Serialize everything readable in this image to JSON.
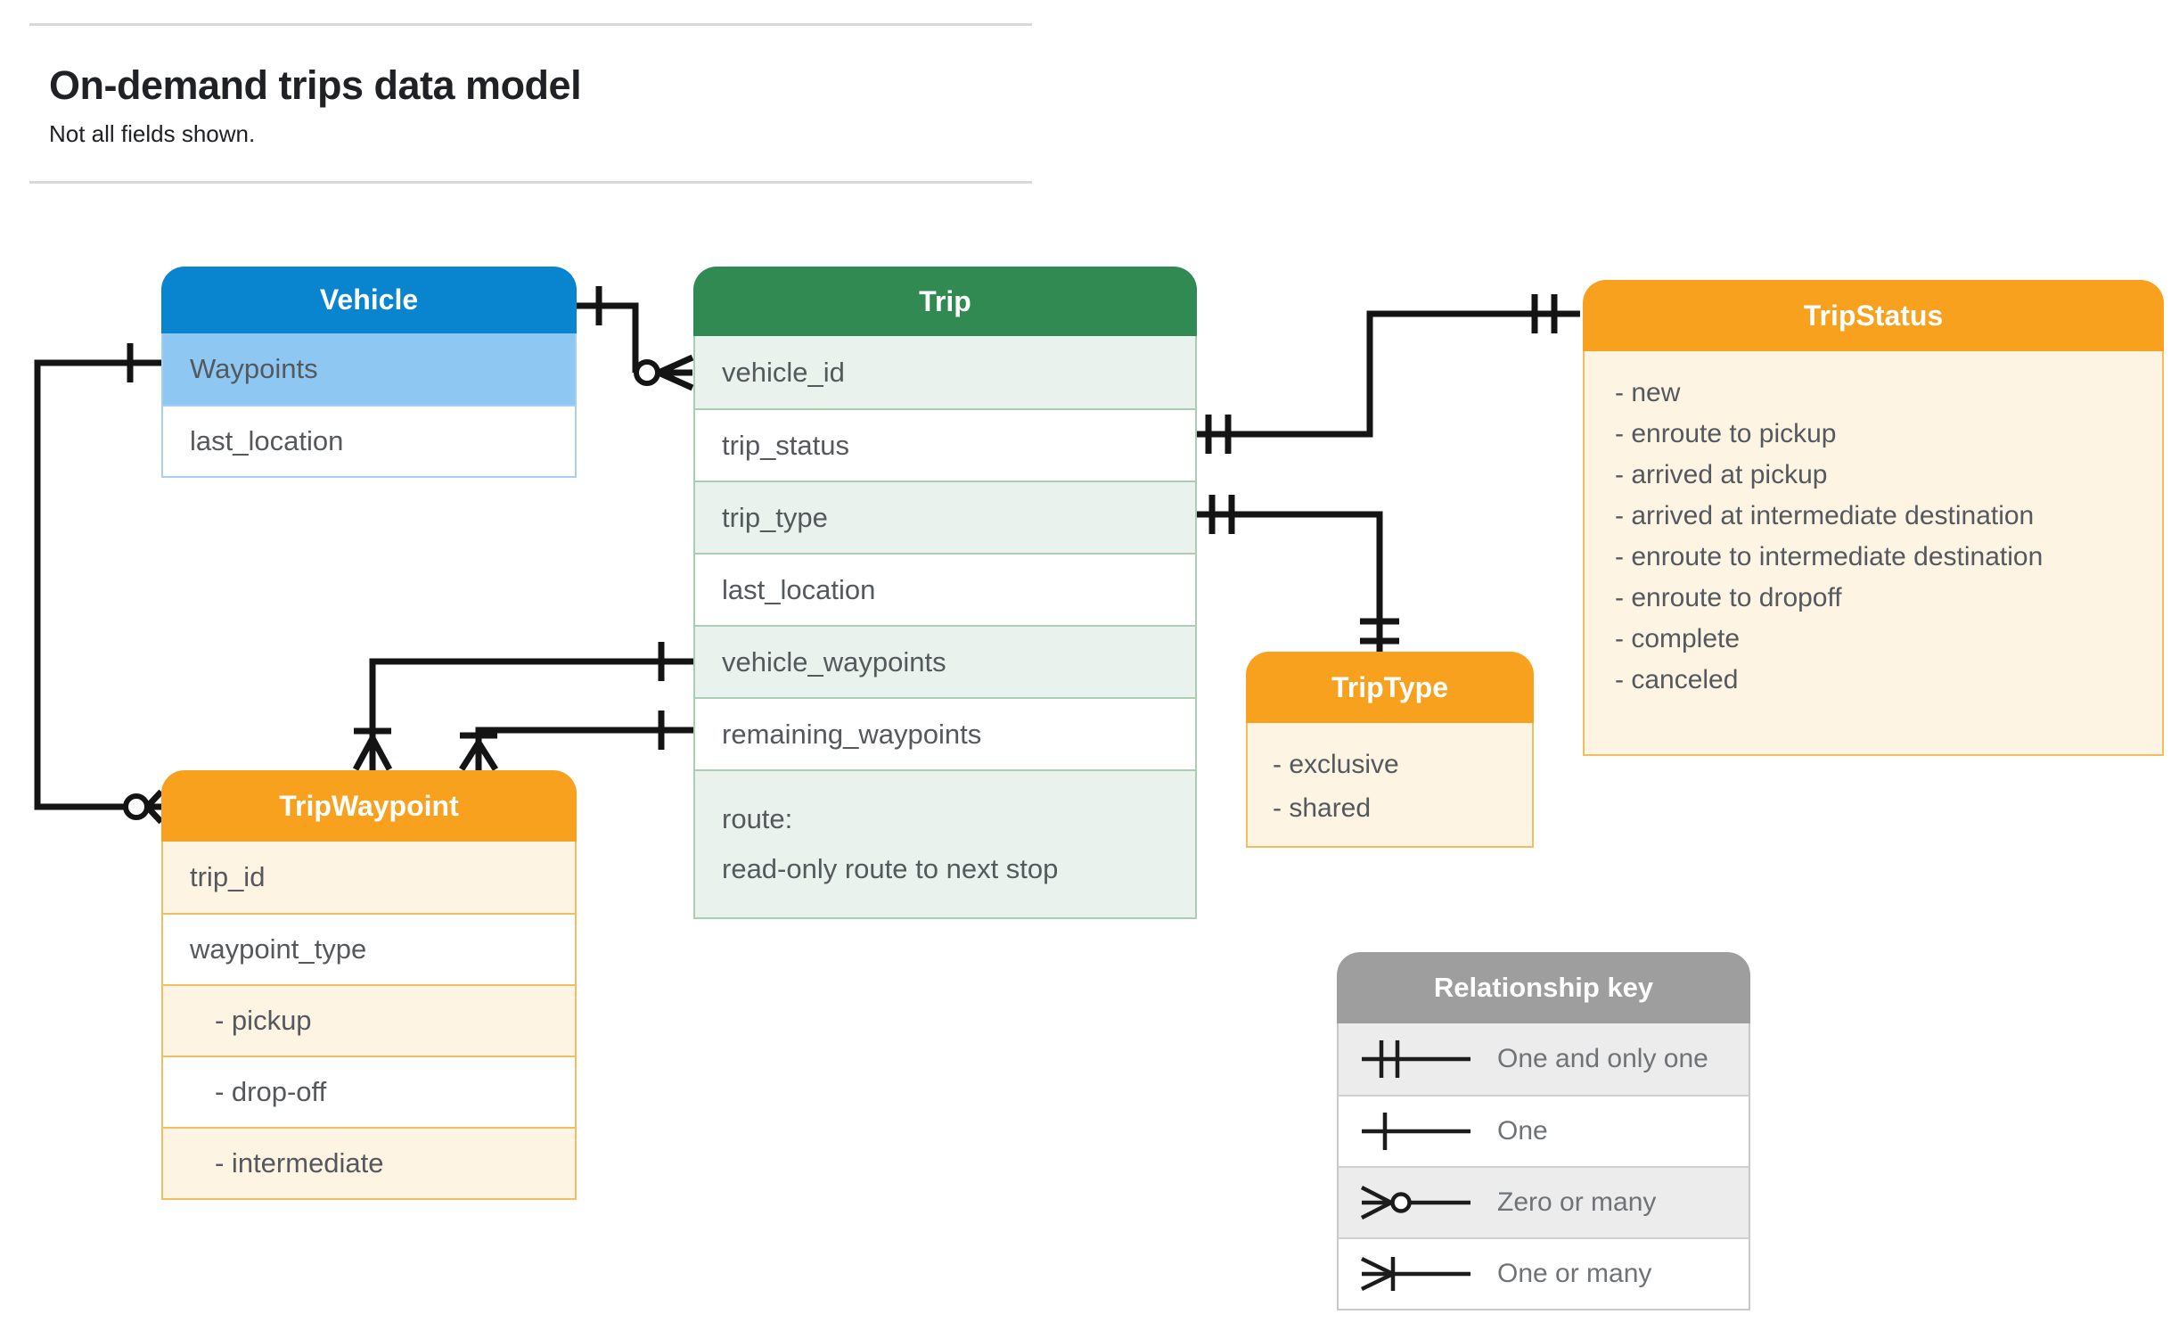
{
  "page": {
    "title": "On-demand trips data model",
    "subtitle": "Not all fields shown."
  },
  "entities": {
    "vehicle": {
      "title": "Vehicle",
      "fields": [
        "Waypoints",
        "last_location"
      ]
    },
    "trip": {
      "title": "Trip",
      "fields": [
        "vehicle_id",
        "trip_status",
        "trip_type",
        "last_location",
        "vehicle_waypoints",
        "remaining_waypoints"
      ],
      "route": [
        "route:",
        "read-only route to next stop"
      ]
    },
    "trip_status": {
      "title": "TripStatus",
      "items": [
        "- new",
        "- enroute to pickup",
        "- arrived at pickup",
        "- arrived at intermediate destination",
        "- enroute to intermediate destination",
        "- enroute to dropoff",
        "- complete",
        "- canceled"
      ]
    },
    "trip_type": {
      "title": "TripType",
      "items": [
        "- exclusive",
        "- shared"
      ]
    },
    "trip_waypoint": {
      "title": "TripWaypoint",
      "fields": [
        "trip_id",
        "waypoint_type"
      ],
      "enum_items": [
        "- pickup",
        "- drop-off",
        "- intermediate"
      ]
    }
  },
  "legend": {
    "title": "Relationship key",
    "rows": [
      {
        "symbol": "one-and-only-one",
        "label": "One and only one"
      },
      {
        "symbol": "one",
        "label": "One"
      },
      {
        "symbol": "zero-or-many",
        "label": "Zero or many"
      },
      {
        "symbol": "one-or-many",
        "label": "One or many"
      }
    ]
  },
  "colors": {
    "vehicle_header": "#0984cf",
    "vehicle_highlight_row": "#8ec8f2",
    "trip_header": "#318a51",
    "trip_alt_row": "#e9f2ec",
    "orange_header": "#f7a11f",
    "orange_alt_row": "#fdf4e3",
    "legend_header": "#9e9e9e",
    "legend_alt_row": "#ececec",
    "connector_line": "#141414",
    "field_text": "#55585c"
  }
}
